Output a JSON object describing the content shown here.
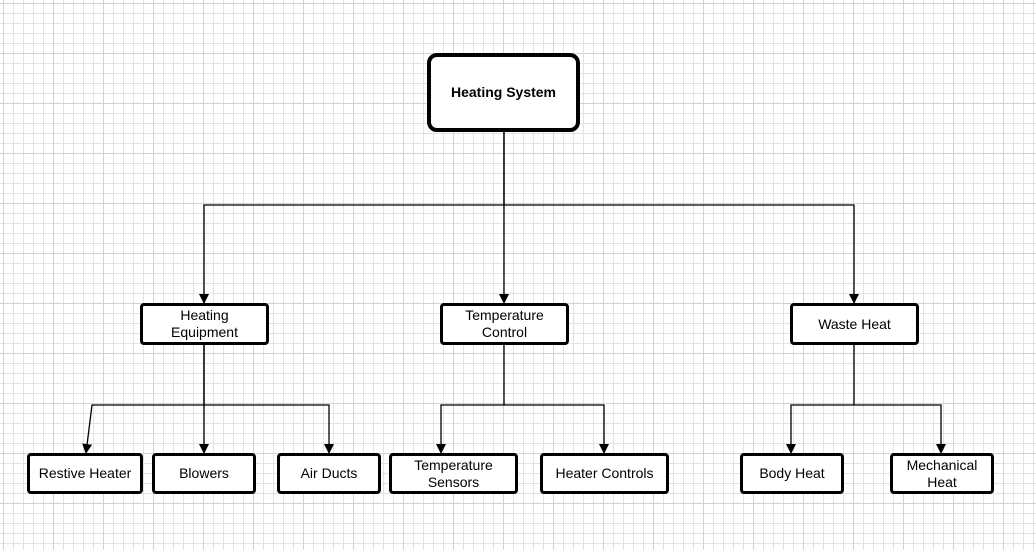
{
  "diagram": {
    "root": {
      "label": "Heating System"
    },
    "categories": [
      {
        "label": "Heating Equipment",
        "children": [
          {
            "label": "Restive Heater"
          },
          {
            "label": "Blowers"
          },
          {
            "label": "Air Ducts"
          }
        ]
      },
      {
        "label": "Temperature Control",
        "children": [
          {
            "label": "Temperature Sensors"
          },
          {
            "label": "Heater Controls"
          }
        ]
      },
      {
        "label": "Waste Heat",
        "children": [
          {
            "label": "Body Heat"
          },
          {
            "label": "Mechanical Heat"
          }
        ]
      }
    ]
  }
}
